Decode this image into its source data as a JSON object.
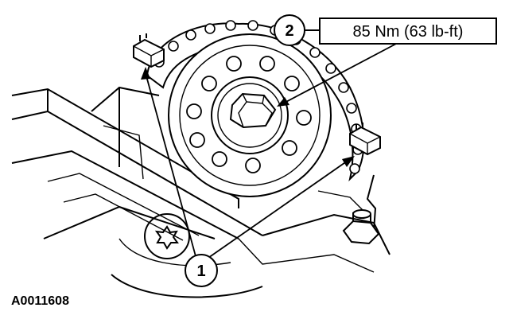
{
  "callouts": [
    {
      "number": "1"
    },
    {
      "number": "2",
      "text": "85 Nm (63 lb-ft)"
    }
  ],
  "figure_id": "A0011608"
}
